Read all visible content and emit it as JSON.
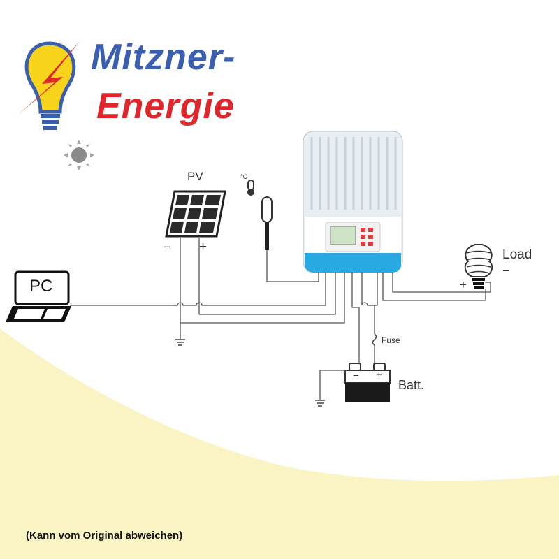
{
  "brand": {
    "line1": "Mitzner-",
    "line2": "Energie",
    "color_line1": "#3a5fae",
    "color_line2": "#e0262b",
    "icon": "lightbulb-lightning-icon"
  },
  "labels": {
    "pv": "PV",
    "pc": "PC",
    "load": "Load",
    "batt": "Batt.",
    "fuse": "Fuse",
    "temp_unit": "°C",
    "minus": "−",
    "plus": "+",
    "batt_minus": "−",
    "batt_plus": "+",
    "load_minus": "−",
    "load_plus": "+"
  },
  "footnote": "(Kann vom Original abweichen)",
  "colors": {
    "background_wave": "#faf4c4",
    "controller_accent": "#29a9e1",
    "wire": "#555555"
  },
  "icons": [
    "sun-icon",
    "solar-panel-icon",
    "thermometer-icon",
    "temperature-probe-icon",
    "charge-controller-icon",
    "laptop-icon",
    "load-bulb-icon",
    "battery-icon",
    "fuse-icon",
    "ground-icon"
  ]
}
